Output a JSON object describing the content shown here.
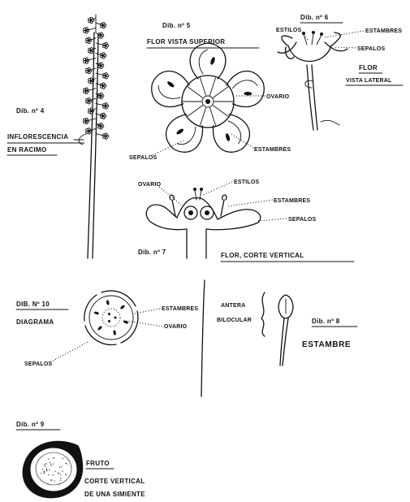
{
  "dib4": {
    "num": "Dib. nº 4",
    "title_1": "INFLORESCENCIA",
    "title_2": "EN RACIMO"
  },
  "dib5": {
    "num": "Dib. nº 5",
    "title": "FLOR VISTA SUPERIOR",
    "ovario": "OVARIO",
    "estambres": "ESTAMBRES",
    "sepalos": "SEPALOS"
  },
  "dib6": {
    "num": "Dib. nº 6",
    "estilos": "ESTILOS",
    "estambres": "ESTAMBRES",
    "sepalos": "SEPALOS",
    "title_1": "FLOR",
    "title_2": "VISTA LATERAL"
  },
  "dib7": {
    "num": "Dib. nº 7",
    "title": "FLOR, CORTE VERTICAL",
    "ovario": "OVARIO",
    "estilos": "ESTILOS",
    "estambres": "ESTAMBRES",
    "sepalos": "SEPALOS"
  },
  "dib10": {
    "num": "DIB. Nº 10",
    "title": "DIAGRAMA",
    "estambres": "ESTAMBRES",
    "ovario": "OVARIO",
    "sepalos": "SEPALOS"
  },
  "dib8": {
    "num": "Dib. nº 8",
    "title": "ESTAMBRE",
    "antera_1": "ANTERA",
    "antera_2": "BILOCULAR"
  },
  "dib9": {
    "num": "Dib. nº 9",
    "fruto": "FRUTO",
    "corte_1": "CORTE VERTICAL",
    "corte_2": "DE UNA SIMIENTE"
  }
}
